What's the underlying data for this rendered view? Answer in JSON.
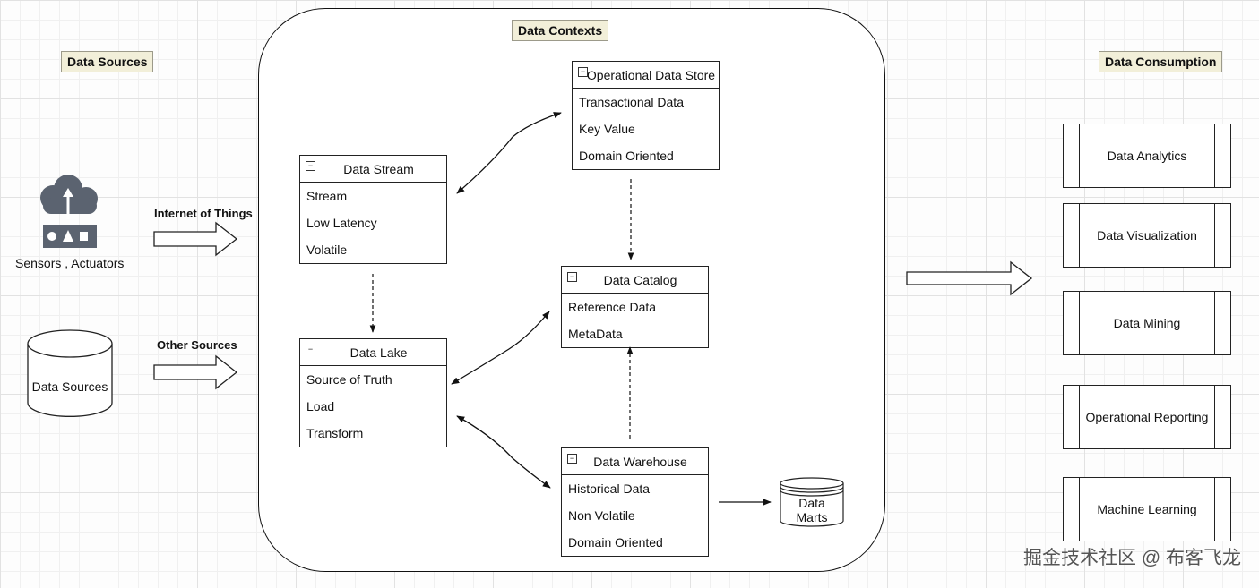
{
  "labels": {
    "data_sources": "Data Sources",
    "data_contexts": "Data Contexts",
    "data_consumption": "Data Consumption"
  },
  "sources": {
    "iot_arrow_label": "Internet of Things",
    "sensors_caption": "Sensors , Actuators",
    "other_arrow_label": "Other Sources",
    "db_label": "Data Sources"
  },
  "entities": {
    "ods": {
      "title": "Operational Data Store",
      "rows": [
        "Transactional Data",
        "Key Value",
        "Domain Oriented"
      ]
    },
    "stream": {
      "title": "Data Stream",
      "rows": [
        "Stream",
        "Low Latency",
        "Volatile"
      ]
    },
    "catalog": {
      "title": "Data Catalog",
      "rows": [
        "Reference Data",
        "MetaData"
      ]
    },
    "lake": {
      "title": "Data Lake",
      "rows": [
        "Source of Truth",
        "Load",
        "Transform"
      ]
    },
    "warehouse": {
      "title": "Data Warehouse",
      "rows": [
        "Historical Data",
        "Non Volatile",
        "Domain Oriented"
      ]
    }
  },
  "marts": {
    "line1": "Data",
    "line2": "Marts"
  },
  "consumers": [
    "Data Analytics",
    "Data Visualization",
    "Data Mining",
    "Operational Reporting",
    "Machine Learning"
  ],
  "icons": {
    "cloud": "cloud-upload-icon",
    "database": "database-icon"
  },
  "colors": {
    "icon_fill": "#5b6370",
    "label_bg": "#f2efd9"
  },
  "watermark": "掘金技术社区 @ 布客飞龙"
}
